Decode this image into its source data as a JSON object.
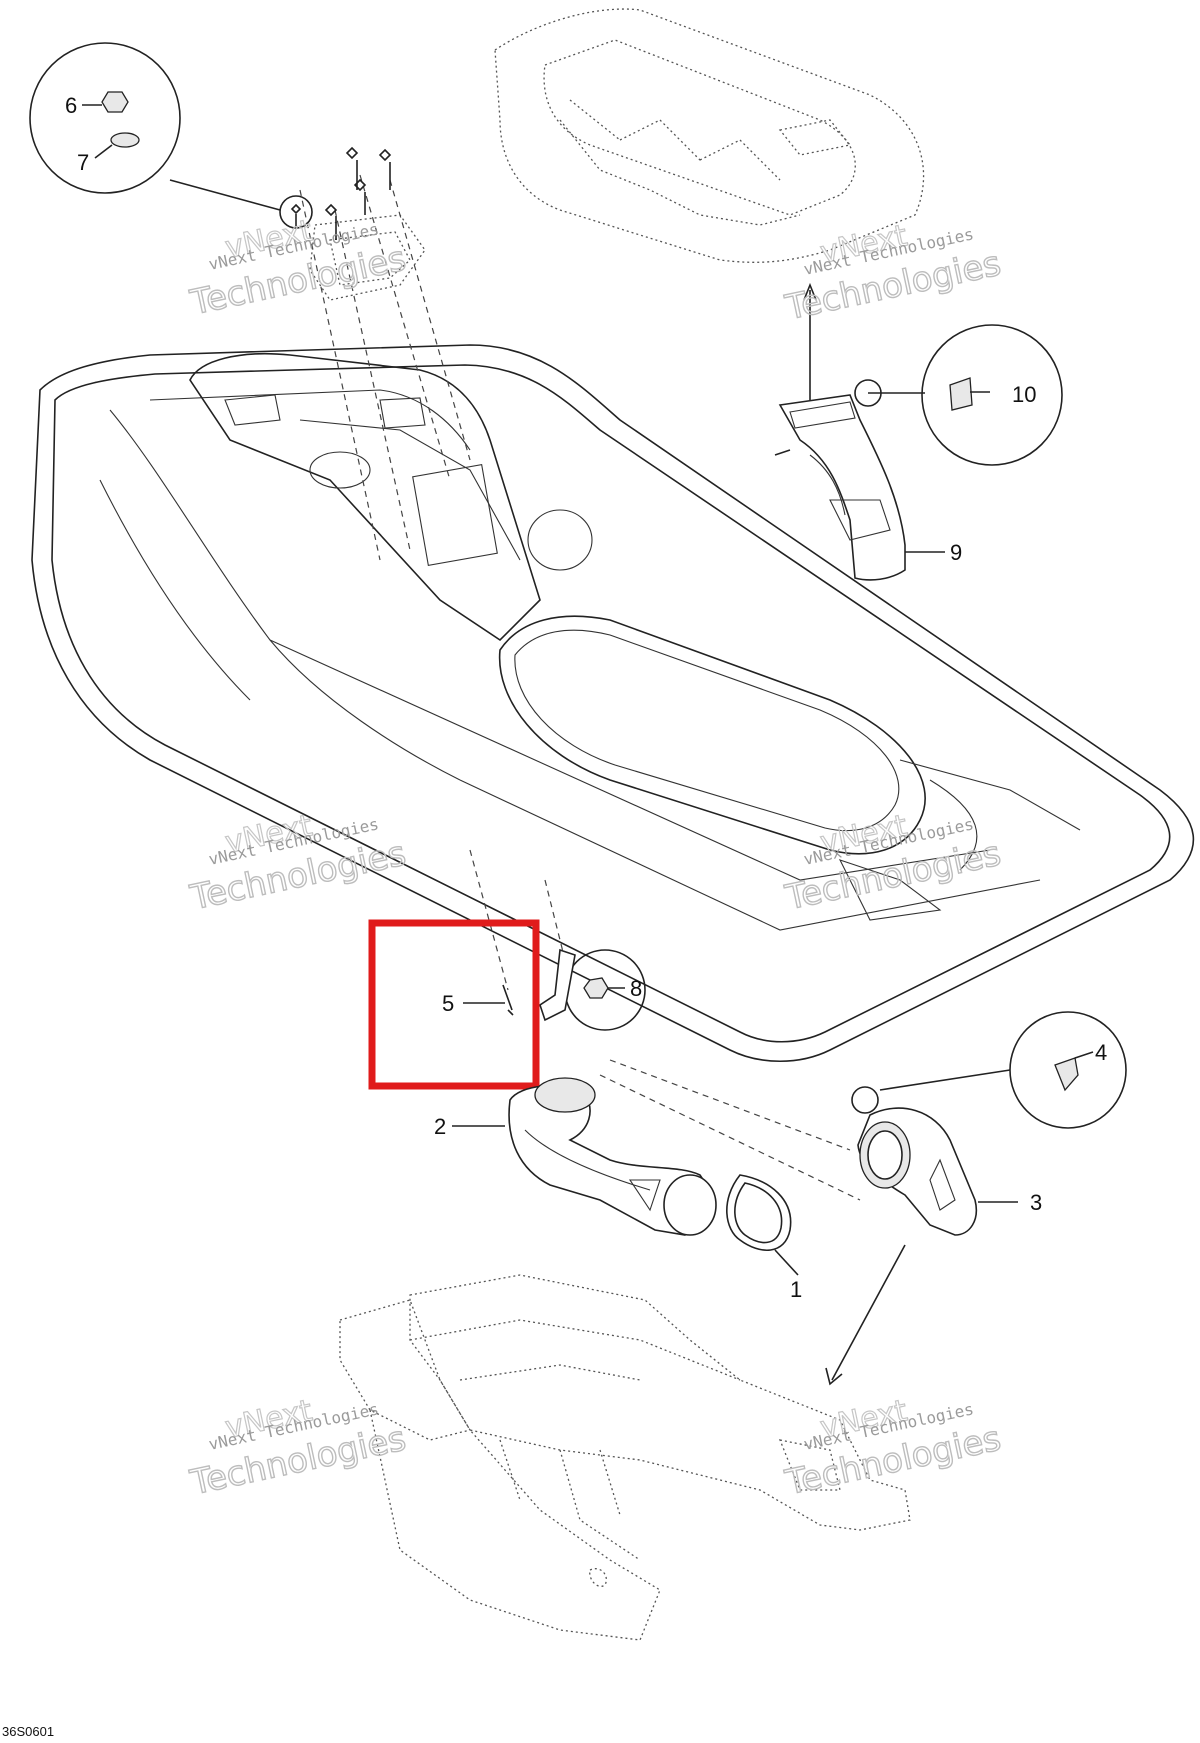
{
  "callouts": [
    {
      "id": "1",
      "text": "1"
    },
    {
      "id": "2",
      "text": "2"
    },
    {
      "id": "3",
      "text": "3"
    },
    {
      "id": "4",
      "text": "4"
    },
    {
      "id": "5",
      "text": "5"
    },
    {
      "id": "6",
      "text": "6"
    },
    {
      "id": "7",
      "text": "7"
    },
    {
      "id": "8",
      "text": "8"
    },
    {
      "id": "9",
      "text": "9"
    },
    {
      "id": "10",
      "text": "10"
    }
  ],
  "watermark": {
    "line1": "vNext Technologies",
    "line2": "Technologies",
    "line3": "vNext"
  },
  "figure_code": "36S0601",
  "highlight_color": "#e01b1b"
}
